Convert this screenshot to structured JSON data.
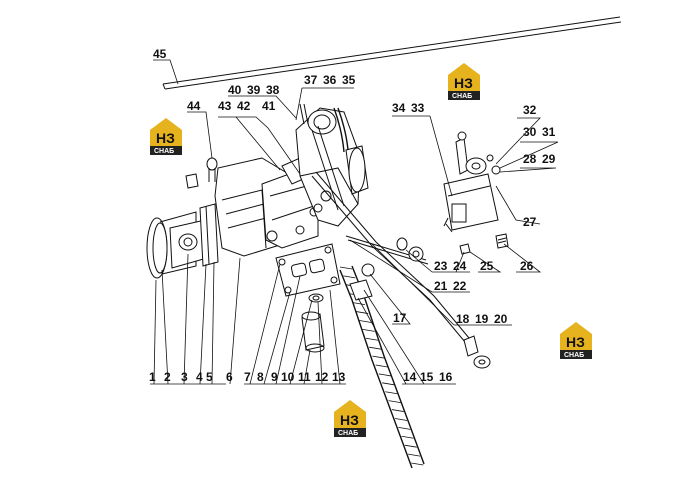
{
  "brand": {
    "logo_text": "СНАБ",
    "logo_mark": "НЗ",
    "colors": {
      "gold": "#e6b21e",
      "dark": "#222222"
    }
  },
  "labels": [
    {
      "id": "45",
      "text": "45"
    },
    {
      "id": "40",
      "text": "40"
    },
    {
      "id": "39",
      "text": "39"
    },
    {
      "id": "38",
      "text": "38"
    },
    {
      "id": "37",
      "text": "37"
    },
    {
      "id": "36",
      "text": "36"
    },
    {
      "id": "35",
      "text": "35"
    },
    {
      "id": "44",
      "text": "44"
    },
    {
      "id": "43",
      "text": "43"
    },
    {
      "id": "42",
      "text": "42"
    },
    {
      "id": "41",
      "text": "41"
    },
    {
      "id": "34",
      "text": "34"
    },
    {
      "id": "33",
      "text": "33"
    },
    {
      "id": "32",
      "text": "32"
    },
    {
      "id": "30",
      "text": "30"
    },
    {
      "id": "31",
      "text": "31"
    },
    {
      "id": "28",
      "text": "28"
    },
    {
      "id": "29",
      "text": "29"
    },
    {
      "id": "27",
      "text": "27"
    },
    {
      "id": "23",
      "text": "23"
    },
    {
      "id": "24",
      "text": "24"
    },
    {
      "id": "25",
      "text": "25"
    },
    {
      "id": "26",
      "text": "26"
    },
    {
      "id": "21",
      "text": "21"
    },
    {
      "id": "22",
      "text": "22"
    },
    {
      "id": "17",
      "text": "17"
    },
    {
      "id": "18",
      "text": "18"
    },
    {
      "id": "19",
      "text": "19"
    },
    {
      "id": "20",
      "text": "20"
    },
    {
      "id": "1",
      "text": "1"
    },
    {
      "id": "2",
      "text": "2"
    },
    {
      "id": "3",
      "text": "3"
    },
    {
      "id": "4",
      "text": "4"
    },
    {
      "id": "5",
      "text": "5"
    },
    {
      "id": "6",
      "text": "6"
    },
    {
      "id": "7",
      "text": "7"
    },
    {
      "id": "8",
      "text": "8"
    },
    {
      "id": "9",
      "text": "9"
    },
    {
      "id": "10",
      "text": "10"
    },
    {
      "id": "11",
      "text": "11"
    },
    {
      "id": "12",
      "text": "12"
    },
    {
      "id": "13",
      "text": "13"
    },
    {
      "id": "14",
      "text": "14"
    },
    {
      "id": "15",
      "text": "15"
    },
    {
      "id": "16",
      "text": "16"
    }
  ]
}
